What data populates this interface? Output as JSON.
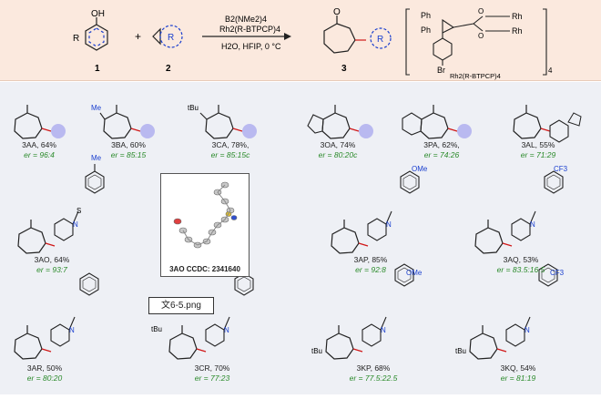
{
  "scheme": {
    "r1_oh": "OH",
    "r1_r": "R",
    "r1_num": "1",
    "plus": "+",
    "r2_r": "R",
    "r2_num": "2",
    "cond1": "B2(NMe2)4",
    "cond2": "Rh2(R-BTPCP)4",
    "cond3": "H2O, HFIP, 0 °C",
    "p_o": "O",
    "p_r": "R",
    "p_num": "3",
    "cat_ph1": "Ph",
    "cat_ph2": "Ph",
    "cat_o1": "O",
    "cat_o2": "O",
    "cat_rh1": "Rh",
    "cat_rh2": "Rh",
    "cat_br": "Br",
    "cat_sub": "4",
    "cat_name": "Rh2(R-BTPCP)4"
  },
  "compounds": [
    {
      "id": "3AA",
      "yield": "3AA, 64%",
      "er": "er = 96:4"
    },
    {
      "id": "3BA",
      "yield": "3BA, 60%",
      "er": "er = 85:15"
    },
    {
      "id": "3CA",
      "yield": "3CA, 78%,",
      "er": "er = 85:15c"
    },
    {
      "id": "3OA",
      "yield": "3OA, 74%",
      "er": "er = 80:20c"
    },
    {
      "id": "3PA",
      "yield": "3PA, 62%,",
      "er": "er = 74:26"
    },
    {
      "id": "3AL",
      "yield": "3AL, 55%",
      "er": "er = 71:29"
    },
    {
      "id": "3AO",
      "yield": "3AO, 64%",
      "er": "er = 93:7"
    },
    {
      "id": "3AP",
      "yield": "3AP, 85%",
      "er": "er = 92:8"
    },
    {
      "id": "3AQ",
      "yield": "3AQ, 53%",
      "er": "er = 83.5:16.5"
    },
    {
      "id": "3AR",
      "yield": "3AR, 50%",
      "er": "er = 80:20"
    },
    {
      "id": "3CR",
      "yield": "3CR, 70%",
      "er": "er = 77:23"
    },
    {
      "id": "3KP",
      "yield": "3KP, 68%",
      "er": "er = 77.5:22.5"
    },
    {
      "id": "3KQ",
      "yield": "3KQ, 54%",
      "er": "er = 81:19"
    }
  ],
  "labels": {
    "me": "Me",
    "tbu": "tBu",
    "ome": "OMe",
    "cf3": "CF3",
    "n": "N",
    "s": "S",
    "o": "O"
  },
  "xray": {
    "caption": "3AO   CCDC: 2341640"
  },
  "tooltip": "文6-5.png",
  "colors": {
    "header_bg": "#fbe9de",
    "body_bg": "#eef0f5",
    "bond_blue": "#1a3fcf",
    "er_green": "#2a8a2a",
    "stereo_red": "#d01818",
    "sphere": "#b9b9f0"
  }
}
